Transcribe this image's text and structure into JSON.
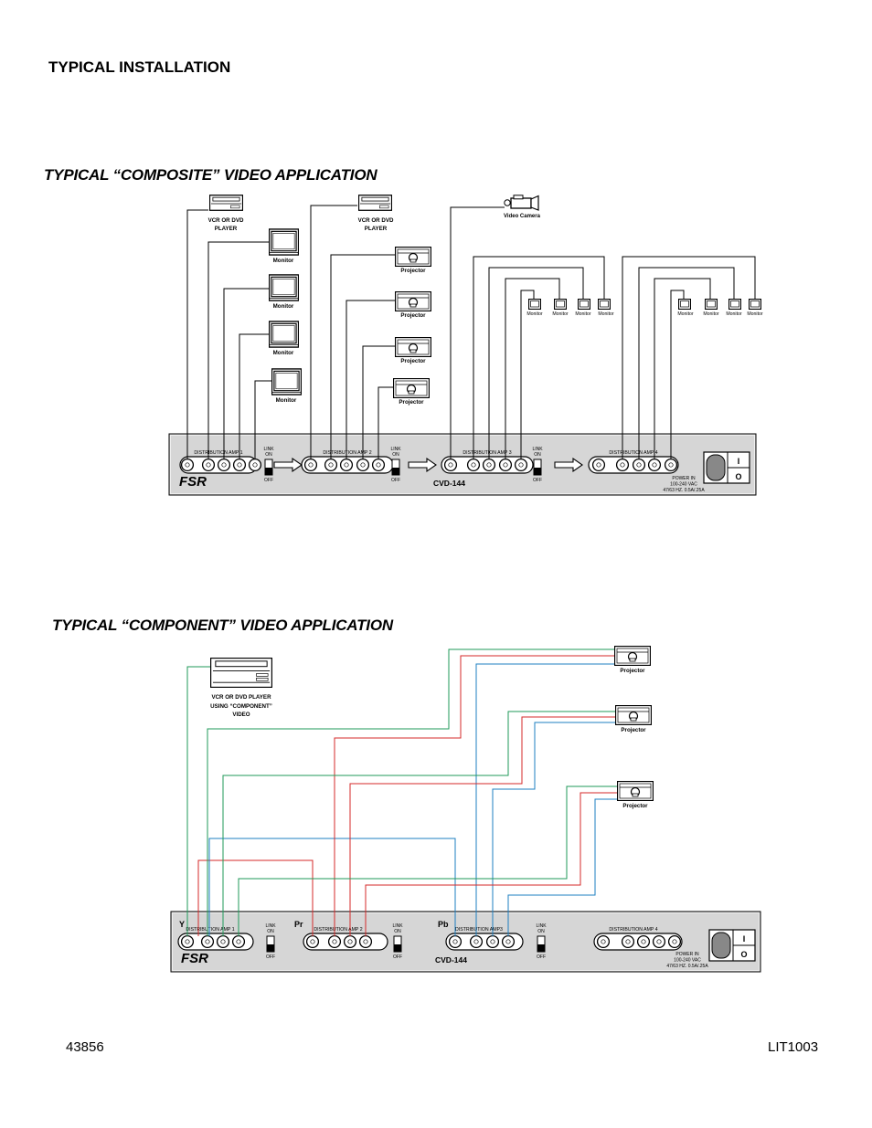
{
  "page": {
    "title": "TYPICAL INSTALLATION",
    "footer_left": "43856",
    "footer_right": "LIT1003"
  },
  "composite": {
    "title": "TYPICAL “COMPOSITE” VIDEO APPLICATION",
    "vcr_label": [
      "VCR OR DVD",
      "PLAYER"
    ],
    "monitor_label": "Monitor",
    "projector_label": "Projector",
    "camera_label": "Video Camera",
    "panel": {
      "brand": "FSR",
      "model": "CVD-144",
      "amp_labels": [
        "DISTRIBUTION AMP 1",
        "DISTRIBUTION AMP 2",
        "DISTRIBUTION AMP 3",
        "DISTRIBUTION AMP 4"
      ],
      "link_label": "LINK",
      "on_label": "ON",
      "off_label": "OFF",
      "power_lines": [
        "POWER IN",
        "100-240 VAC",
        "47/63 HZ. 0.5A/.25A"
      ],
      "switch_on": "I",
      "switch_off": "O"
    }
  },
  "component": {
    "title": "TYPICAL “COMPONENT” VIDEO APPLICATION",
    "vcr_label": [
      "VCR OR DVD PLAYER",
      "USING “COMPONENT”",
      "VIDEO"
    ],
    "projector_label": "Projector",
    "channel_labels": [
      "Y",
      "Pr",
      "Pb"
    ],
    "panel": {
      "brand": "FSR",
      "model": "CVD-144",
      "amp_labels": [
        "DISTRIBUTION AMP 1",
        "DISTRIBUTION AMP 2",
        "DISTRIBUTION AMP3",
        "DISTRIBUTION AMP 4"
      ],
      "link_label": "LINK",
      "on_label": "ON",
      "off_label": "OFF",
      "power_lines": [
        "POWER IN",
        "100-240 VAC",
        "47/63 HZ. 0.5A/.25A"
      ],
      "switch_on": "I",
      "switch_off": "O"
    }
  },
  "colors": {
    "y_cable": "#1f9a5a",
    "pr_cable": "#d42a2a",
    "pb_cable": "#1e7fc0",
    "panel_fill": "#d6d6d6"
  }
}
